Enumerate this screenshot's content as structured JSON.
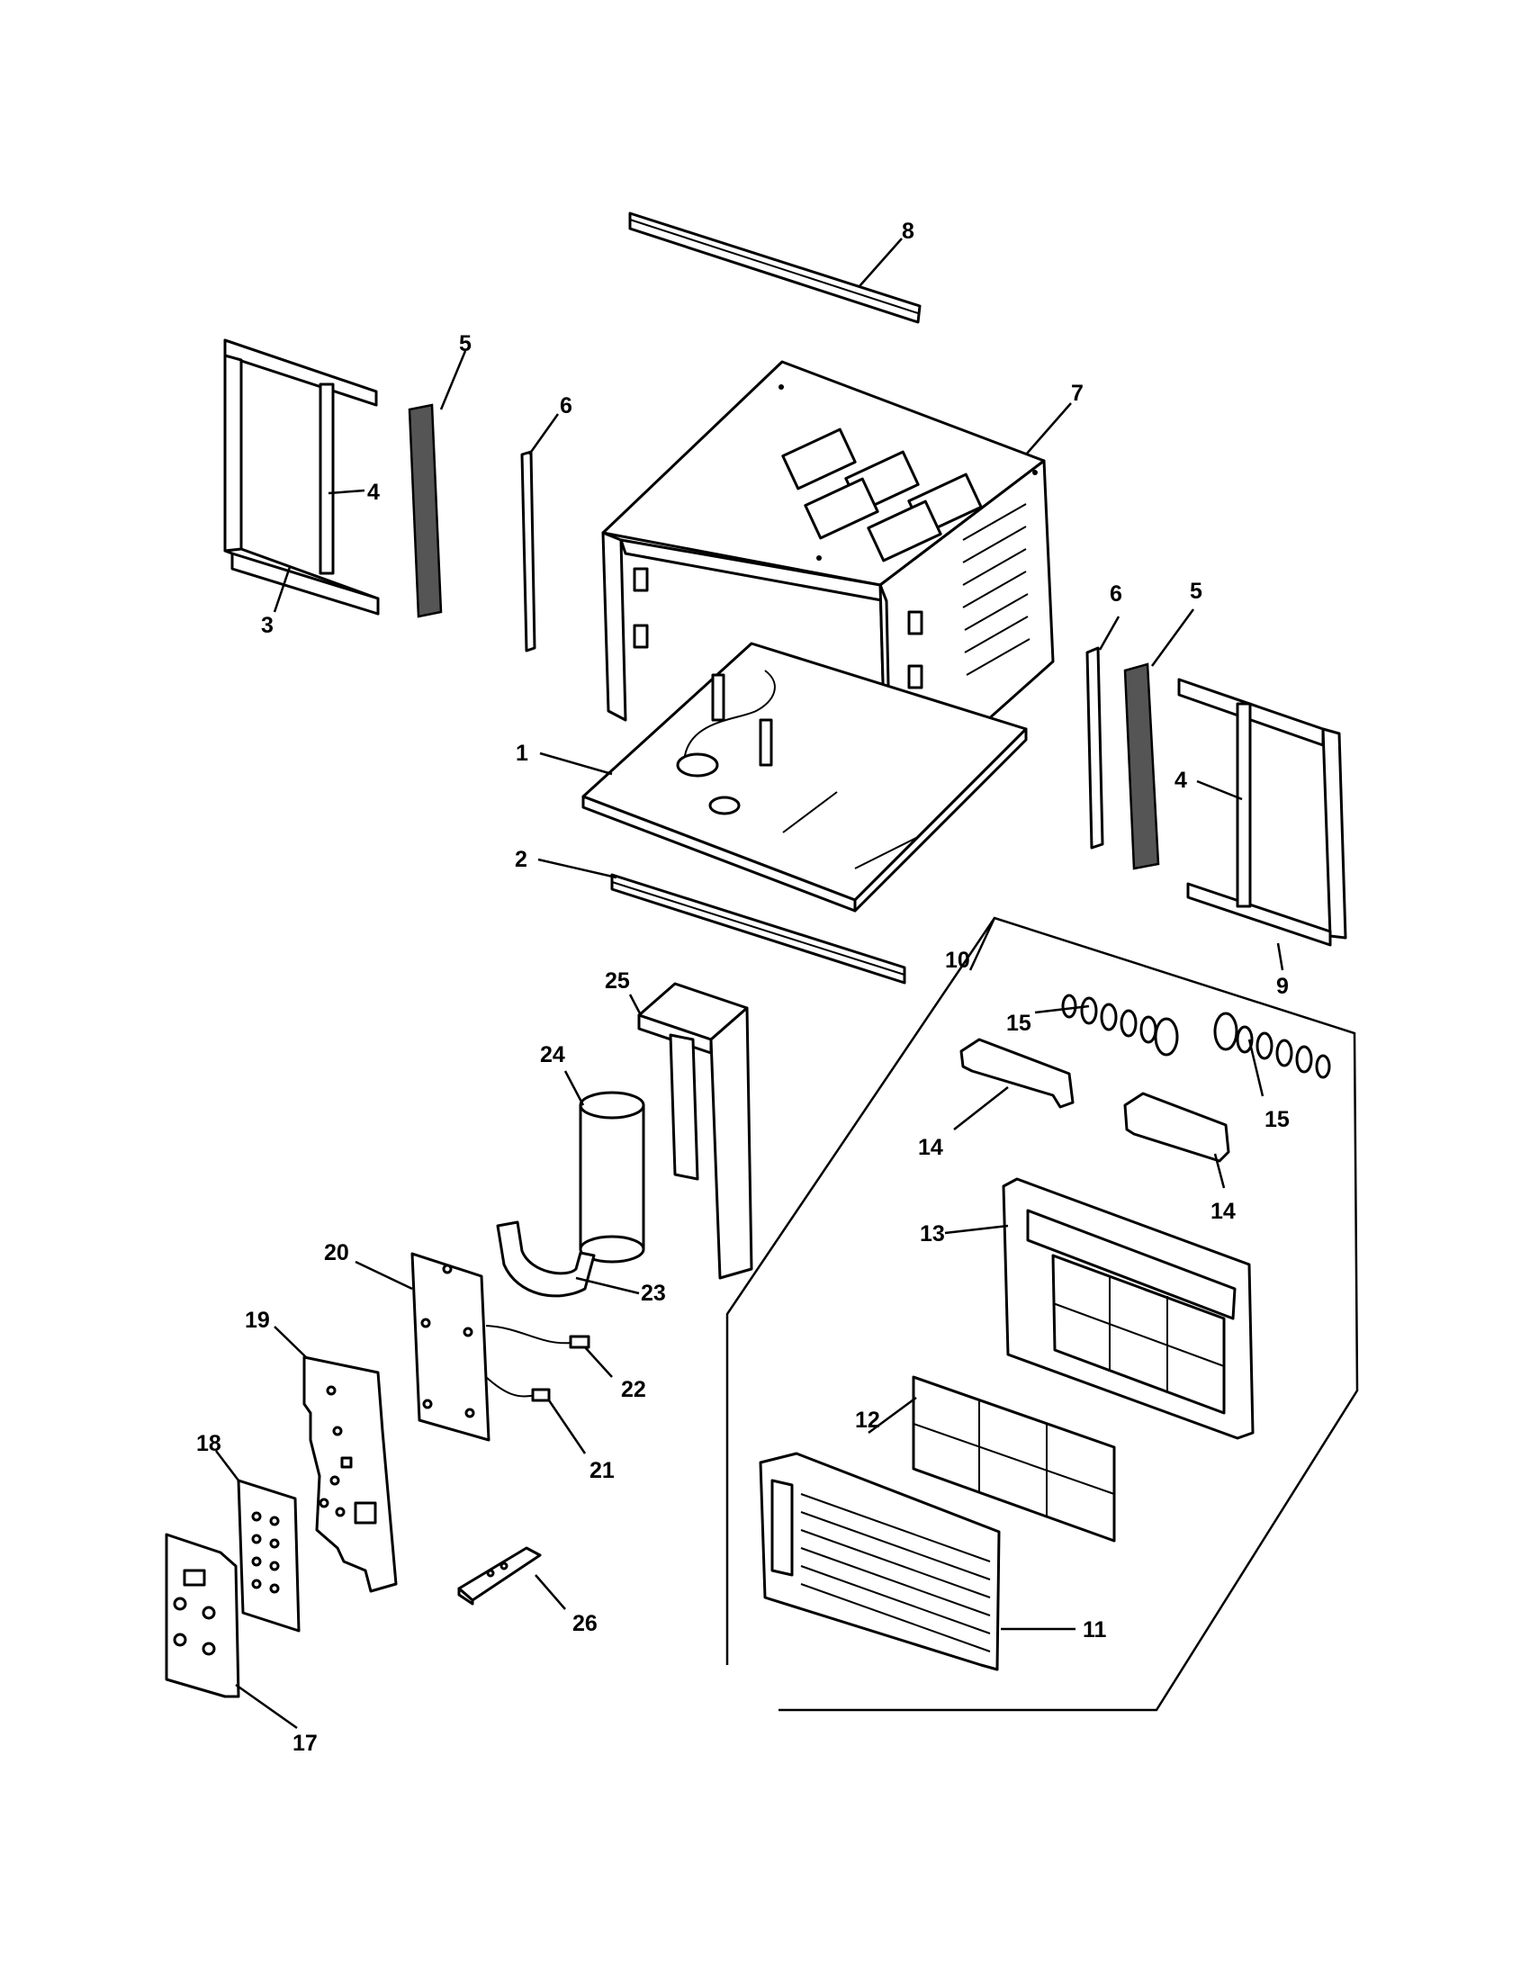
{
  "callouts": [
    {
      "id": "c1",
      "label": "1"
    },
    {
      "id": "c2",
      "label": "2"
    },
    {
      "id": "c3",
      "label": "3"
    },
    {
      "id": "c4a",
      "label": "4"
    },
    {
      "id": "c4b",
      "label": "4"
    },
    {
      "id": "c5a",
      "label": "5"
    },
    {
      "id": "c5b",
      "label": "5"
    },
    {
      "id": "c6a",
      "label": "6"
    },
    {
      "id": "c6b",
      "label": "6"
    },
    {
      "id": "c7",
      "label": "7"
    },
    {
      "id": "c8",
      "label": "8"
    },
    {
      "id": "c9",
      "label": "9"
    },
    {
      "id": "c10",
      "label": "10"
    },
    {
      "id": "c11",
      "label": "11"
    },
    {
      "id": "c12",
      "label": "12"
    },
    {
      "id": "c13",
      "label": "13"
    },
    {
      "id": "c14a",
      "label": "14"
    },
    {
      "id": "c14b",
      "label": "14"
    },
    {
      "id": "c15a",
      "label": "15"
    },
    {
      "id": "c15b",
      "label": "15"
    },
    {
      "id": "c17",
      "label": "17"
    },
    {
      "id": "c18",
      "label": "18"
    },
    {
      "id": "c19",
      "label": "19"
    },
    {
      "id": "c20",
      "label": "20"
    },
    {
      "id": "c21",
      "label": "21"
    },
    {
      "id": "c22",
      "label": "22"
    },
    {
      "id": "c23",
      "label": "23"
    },
    {
      "id": "c24",
      "label": "24"
    },
    {
      "id": "c25",
      "label": "25"
    },
    {
      "id": "c26",
      "label": "26"
    }
  ]
}
